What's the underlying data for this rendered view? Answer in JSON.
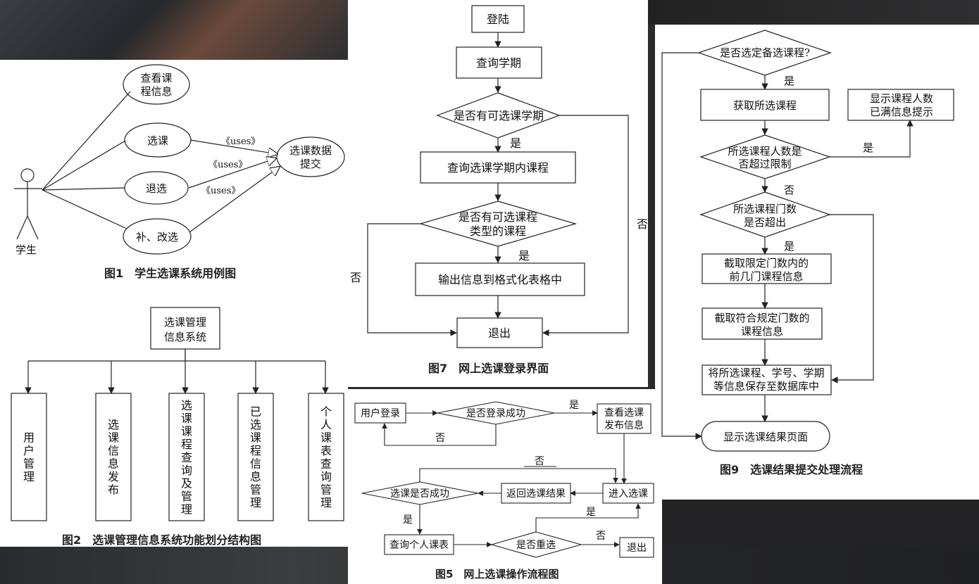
{
  "fig1": {
    "ellipses": [
      "查看课程信息",
      "选课",
      "退选",
      "补、改选",
      "选课数据提交"
    ],
    "ellipse_lines": [
      [
        "查看课",
        "程信息"
      ],
      [
        "选课"
      ],
      [
        "退选"
      ],
      [
        "补、改选"
      ],
      [
        "选课数据",
        "提交"
      ]
    ],
    "actor": "学生",
    "uses": [
      "《uses》",
      "《uses》",
      "《uses》"
    ],
    "caption": "图1　学生选课系统用例图"
  },
  "fig2": {
    "root": [
      "选课管理",
      "信息系统"
    ],
    "modules": [
      "用户管理",
      "选课信息发布",
      "选课课程查询及管理",
      "已选课程信息管理",
      "个人课表查询管理"
    ],
    "caption": "图2　选课管理信息系统功能划分结构图"
  },
  "fig7": {
    "nodes": [
      "登陆",
      "查询学期",
      "是否有可选课学期",
      "查询选课学期内课程",
      "是否有可选课程类型的课程",
      "输出信息到格式化表格中",
      "退出"
    ],
    "decision2_lines": [
      "是否有可选课程",
      "类型的课程"
    ],
    "yes": "是",
    "no": "否",
    "caption": "图7　网上选课登录界面"
  },
  "fig5": {
    "nodes": [
      "用户登录",
      "是否登录成功",
      "查看选课发布信息",
      "进入选课",
      "返回选课结果",
      "选课是否成功",
      "查询个人课表",
      "是否重选",
      "退出"
    ],
    "view_lines": [
      "查看选课",
      "发布信息"
    ],
    "yes": "是",
    "no": "否",
    "caption": "图5　网上选课操作流程图"
  },
  "fig9": {
    "nodes": [
      "是否选定备选课程?",
      "获取所选课程",
      "显示课程人数已满信息提示",
      "所选课程人数是否超过限制",
      "所选课程门数是否超出",
      "截取限定门数内的前几门课程信息",
      "截取符合规定门数的课程信息",
      "将所选课程、学号、学期等信息保存至数据库中",
      "显示选课结果页面"
    ],
    "full_lines": [
      "显示课程人数",
      "已满信息提示"
    ],
    "limit_lines": [
      "所选课程人数是",
      "否超过限制"
    ],
    "count_lines": [
      "所选课程门数",
      "是否超出"
    ],
    "cut1_lines": [
      "截取限定门数内的",
      "前几门课程信息"
    ],
    "cut2_lines": [
      "截取符合规定门数的",
      "课程信息"
    ],
    "save_lines": [
      "将所选课程、学号、学期",
      "等信息保存至数据库中"
    ],
    "yes": "是",
    "no": "否",
    "caption": "图9　选课结果提交处理流程"
  }
}
